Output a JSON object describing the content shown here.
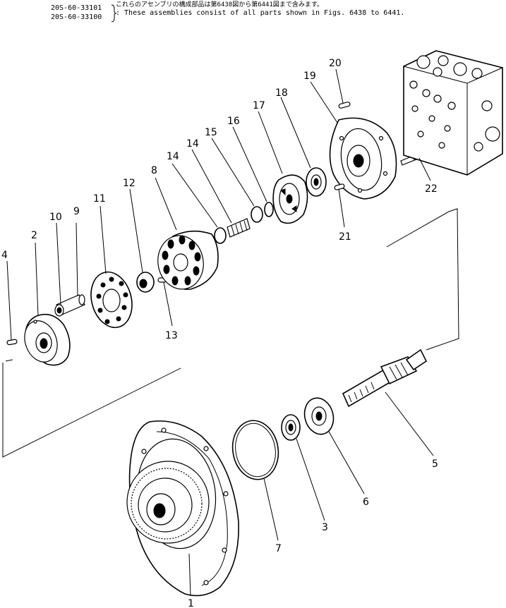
{
  "header": {
    "serial_1": "20S-60-33101",
    "serial_2": "20S-60-33100",
    "note_jp": "これらのアセンブリの構成部品は第6438図から第6441図まで含みます。",
    "note_en": ": These assemblies consist of all parts shown in Figs. 6438 to 6441."
  },
  "callouts": [
    {
      "id": "c1",
      "label": "1"
    },
    {
      "id": "c2",
      "label": "2"
    },
    {
      "id": "c3",
      "label": "3"
    },
    {
      "id": "c4",
      "label": "4"
    },
    {
      "id": "c5",
      "label": "5"
    },
    {
      "id": "c6",
      "label": "6"
    },
    {
      "id": "c7",
      "label": "7"
    },
    {
      "id": "c8",
      "label": "8"
    },
    {
      "id": "c9",
      "label": "9"
    },
    {
      "id": "c10",
      "label": "10"
    },
    {
      "id": "c11",
      "label": "11"
    },
    {
      "id": "c12",
      "label": "12"
    },
    {
      "id": "c13",
      "label": "13"
    },
    {
      "id": "c14a",
      "label": "14"
    },
    {
      "id": "c14b",
      "label": "14"
    },
    {
      "id": "c15",
      "label": "15"
    },
    {
      "id": "c16",
      "label": "16"
    },
    {
      "id": "c17",
      "label": "17"
    },
    {
      "id": "c18",
      "label": "18"
    },
    {
      "id": "c19",
      "label": "19"
    },
    {
      "id": "c20",
      "label": "20"
    },
    {
      "id": "c21",
      "label": "21"
    },
    {
      "id": "c22",
      "label": "22"
    }
  ]
}
